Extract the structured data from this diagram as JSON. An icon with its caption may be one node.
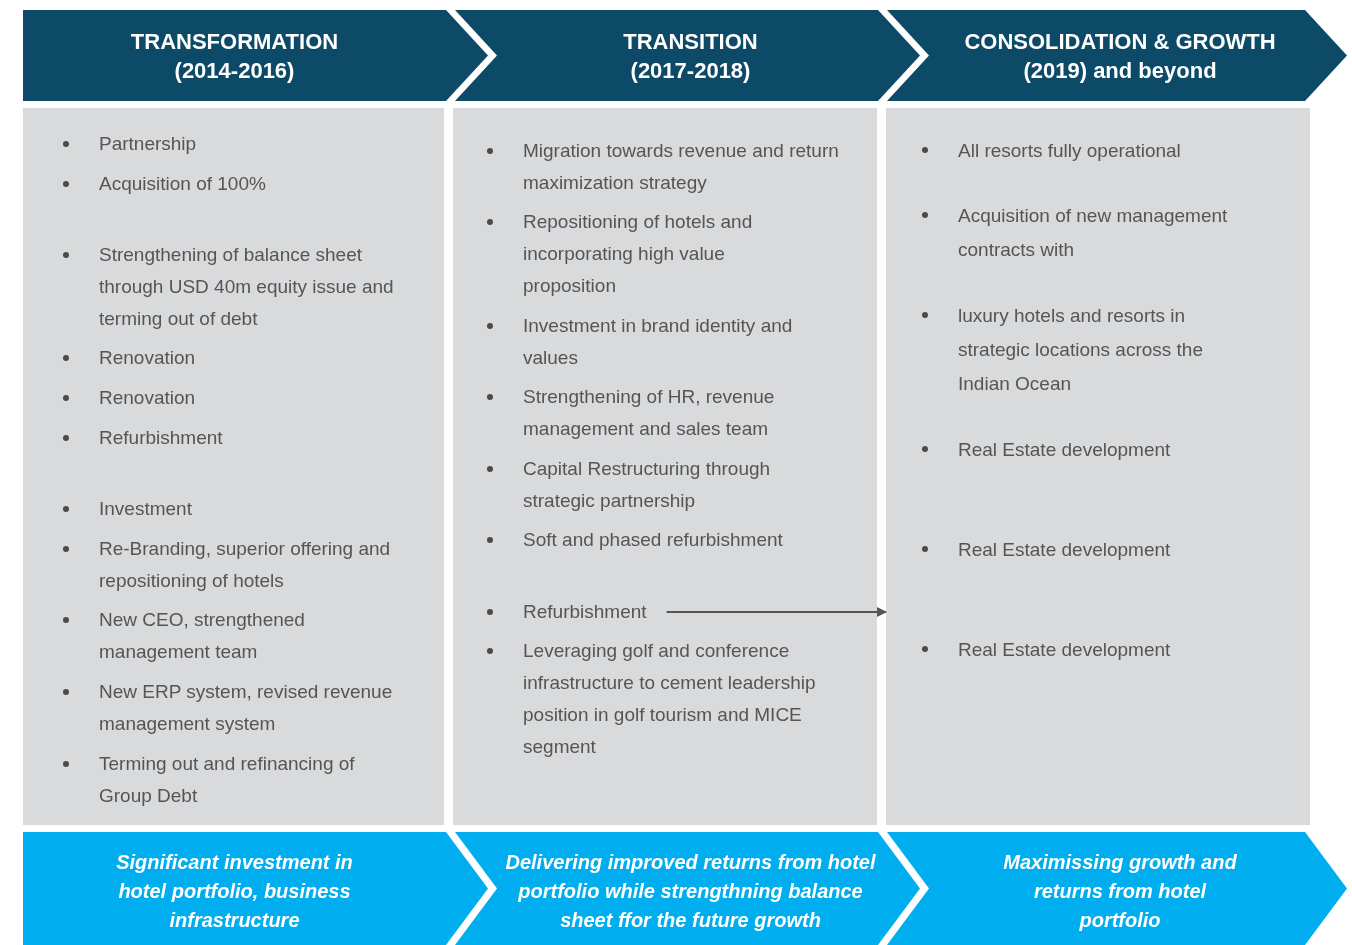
{
  "diagram": {
    "nodes": [
      {
        "text": [
          "TRANSFORMATION (2014-2016)"
        ]
      },
      {
        "text": [
          "TRANSITION (2017-2018)"
        ]
      },
      {
        "text": [
          "CONSOLIDATION & GROWTH (2019) and beyond"
        ]
      },
      {
        "text": [],
        "shape": "box"
      },
      {
        "text": [
          "Partnership"
        ],
        "in": 3
      },
      {
        "text": [
          "Acquisition of 100%"
        ],
        "in": 3
      },
      {
        "text": [
          "Strengthening of balance sheet through USD 40m equity issue and terming out of debt"
        ],
        "in": 3
      },
      {
        "text": [
          "Renovation"
        ],
        "in": 3
      },
      {
        "text": [
          "Renovation"
        ],
        "in": 3
      },
      {
        "text": [
          "Refurbishment"
        ],
        "in": 3
      },
      {
        "text": [
          "Investment"
        ],
        "in": 3
      },
      {
        "text": [
          "Re-Branding, superior offering and repositioning of hotels"
        ],
        "in": 3
      },
      {
        "text": [
          "New CEO, strengthened management team"
        ],
        "in": 3
      },
      {
        "text": [
          "New ERP system, revised revenue management system"
        ],
        "in": 3
      },
      {
        "text": [
          "Terming out and refinancing of Group Debt"
        ],
        "in": 3
      },
      {
        "text": [],
        "shape": "box"
      },
      {
        "text": [
          "Migration towards revenue and return maximization strategy"
        ],
        "in": 15
      },
      {
        "text": [
          "Repositioning of hotels and incorporating high value proposition"
        ],
        "in": 15
      },
      {
        "text": [
          "Investment in brand identity and values"
        ],
        "in": 15
      },
      {
        "text": [
          "Strengthening of HR, revenue management and sales team"
        ],
        "in": 15
      },
      {
        "text": [
          "Capital Restructuring through strategic partnership"
        ],
        "in": 15
      },
      {
        "text": [
          "Soft and phased refurbishment"
        ],
        "in": 15
      },
      {
        "text": [
          "Refurbishment"
        ],
        "in": 15
      },
      {
        "text": [
          "Leveraging golf and conference infrastructure to cement leadership position in golf tourism and MICE segment"
        ],
        "in": 15
      },
      {
        "text": [],
        "shape": "box"
      },
      {
        "text": [
          "All resorts fully operational"
        ],
        "in": 24
      },
      {
        "text": [
          "Acquisition of new management contracts with"
        ],
        "in": 24
      },
      {
        "text": [
          "luxury hotels and resorts in strategic locations across the Indian Ocean"
        ],
        "in": 24
      },
      {
        "text": [
          "Real Estate development"
        ],
        "in": 24
      },
      {
        "text": [
          "Real Estate development"
        ],
        "in": 24
      },
      {
        "text": [
          "Real Estate development"
        ],
        "in": 24
      },
      {
        "text": [
          "Significant investment in hotel portfolio, business infrastructure"
        ]
      },
      {
        "text": [
          "Delivering improved returns from hotel portfolio while strengthning balance sheet ffor the future growth"
        ]
      },
      {
        "text": [
          "Maximissing growth and returns from hotel portfolio"
        ]
      }
    ],
    "edges": [
      {
        "from": 22,
        "to": 24,
        "arrow": "to"
      }
    ]
  }
}
